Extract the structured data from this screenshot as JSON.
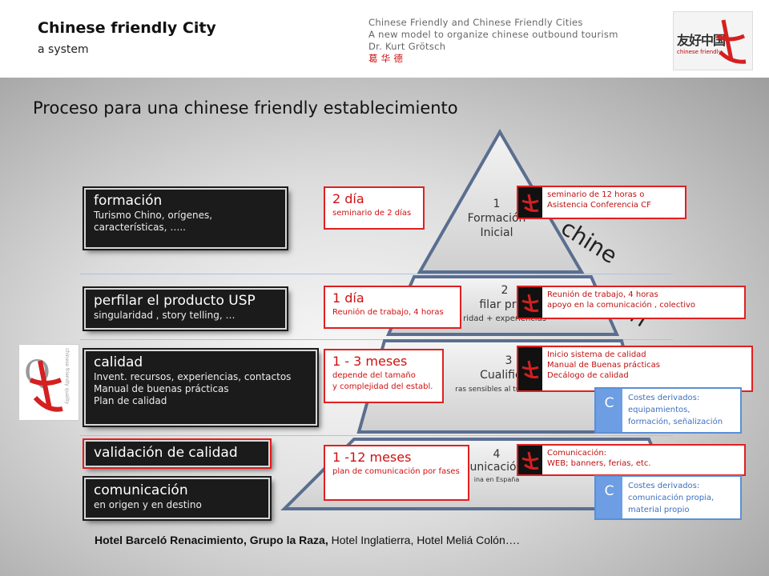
{
  "header": {
    "title": "Chinese friendly City",
    "subtitle": "a system",
    "lines": [
      "Chinese Friendly and Chinese Friendly Cities",
      "A new model to organize chinese outbound tourism",
      "Dr. Kurt Grötsch"
    ],
    "chinese_name": "葛 华 德",
    "logo_text": "友好中国",
    "logo_small": "chinese friendly"
  },
  "main_title": "Proceso para una chinese friendly establecimiento",
  "stages": [
    {
      "title": "formación",
      "desc": "Turismo Chino, orígenes, características, …..",
      "duration": "2 día",
      "duration_note": "seminario de 2 días",
      "right": [
        "seminario de 12 horas o",
        "Asistencia Conferencia CF"
      ]
    },
    {
      "title": "perfilar el producto USP",
      "desc": "singularidad , story telling, …",
      "duration": "1 día",
      "duration_note": "Reunión de trabajo, 4 horas",
      "right": [
        "Reunión de trabajo, 4 horas",
        "apoyo en la comunicación , colectivo"
      ]
    },
    {
      "title": "calidad",
      "desc_lines": [
        "Invent. recursos, experiencias, contactos",
        "Manual de buenas prácticas",
        "Plan de calidad"
      ],
      "duration": "1 - 3 meses",
      "duration_lines": [
        "depende del tamaño",
        "y complejidad del establ."
      ],
      "right": [
        "Inicio sistema de calidad",
        "Manual de Buenas prácticas",
        "Decálogo de calidad"
      ]
    },
    {
      "title": "validación de calidad"
    },
    {
      "title": "comunicación",
      "desc": "en origen y en destino",
      "duration": "1 -12 meses",
      "duration_note": "plan de comunicación por fases",
      "right": [
        "Comunicación:",
        "WEB; banners, ferias, etc."
      ]
    }
  ],
  "pyramid": {
    "levels": [
      {
        "num": "1",
        "lines": [
          "Formación",
          "Inicial"
        ]
      },
      {
        "num": "2",
        "lines": [
          "filar prod",
          "ridad + experiencias"
        ]
      },
      {
        "num": "3",
        "lines": [
          "Cualificaci",
          "ras sensibles al turismo chino"
        ]
      },
      {
        "num": "4",
        "lines": [
          "unicación",
          "ina en España"
        ]
      }
    ],
    "side_text": [
      "chine",
      "fri"
    ]
  },
  "costs": [
    {
      "letter": "C",
      "lines": [
        "Costes derivados:",
        "equipamientos,",
        "formación, señalización"
      ]
    },
    {
      "letter": "C",
      "lines": [
        "Costes derivados:",
        "comunicación propia,",
        "material propio"
      ]
    }
  ],
  "hotels": {
    "bold": "Hotel Barceló Renacimiento, Grupo la Raza,",
    "rest": " Hotel Inglatierra, Hotel Meliá Colón…."
  },
  "quality_logo": {
    "letters": "Q",
    "vertical": "chinese friendly quality"
  },
  "colors": {
    "red": "#e02020",
    "blue": "#6d9ee3",
    "dark": "#1b1b1b"
  }
}
